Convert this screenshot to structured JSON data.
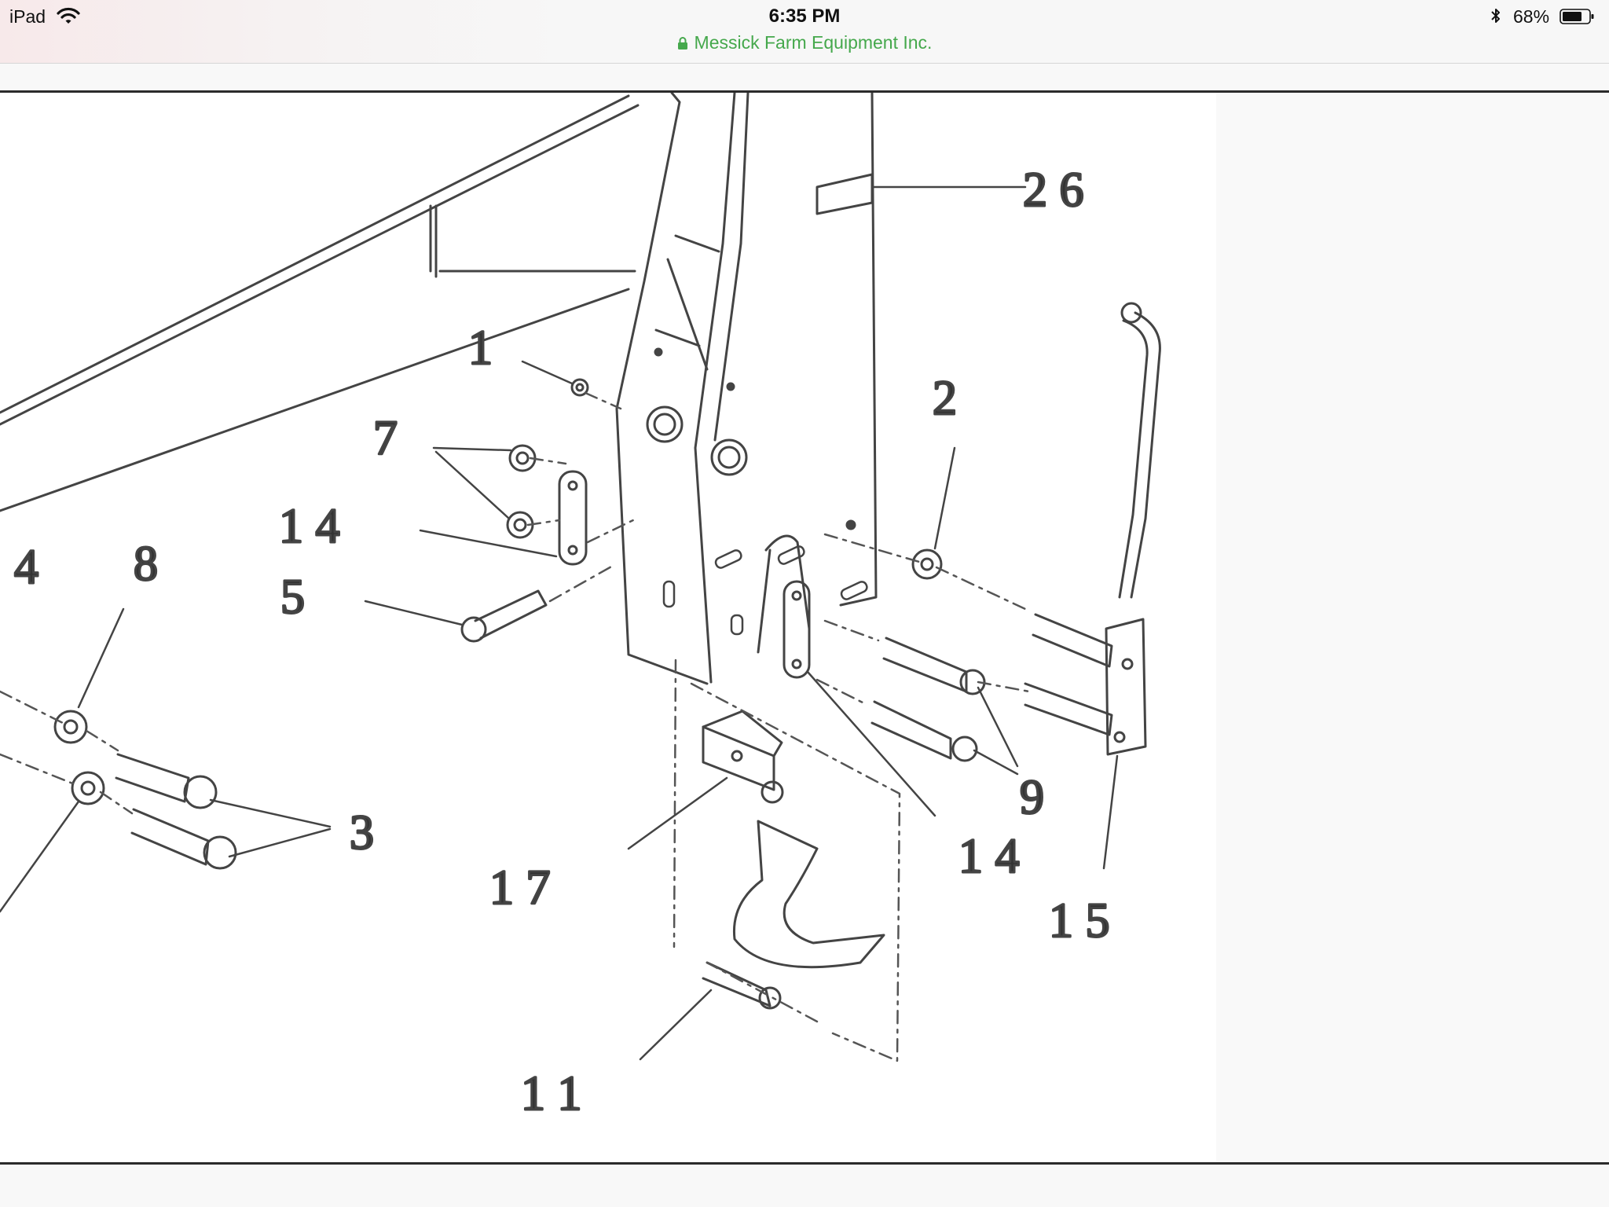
{
  "status_bar": {
    "device": "iPad",
    "time": "6:35 PM",
    "battery": "68%",
    "icons": [
      "wifi-icon",
      "bluetooth-icon",
      "battery-icon"
    ]
  },
  "address_bar": {
    "site": "Messick Farm Equipment Inc.",
    "secure": true,
    "icon": "lock-icon",
    "color": "#45a84c"
  },
  "diagram": {
    "callouts": {
      "c1": "1",
      "c2": "2",
      "c3": "3",
      "c4": "4",
      "c5": "5",
      "c7": "7",
      "c8": "8",
      "c9": "9",
      "c11": "1 1",
      "c14_left": "1 4",
      "c14_right": "1 4",
      "c15": "1 5",
      "c17": "1 7",
      "c26": "2 6"
    }
  }
}
